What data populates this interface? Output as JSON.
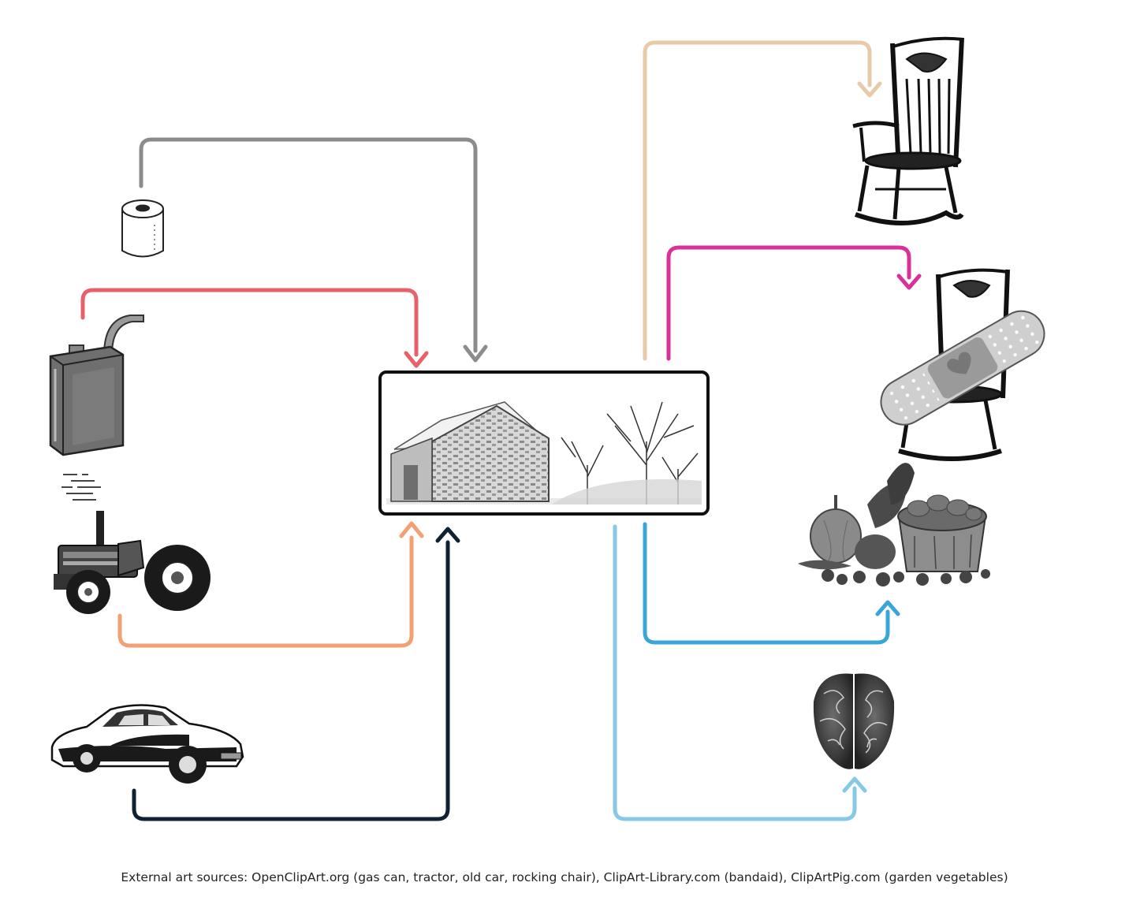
{
  "caption": "External art sources: OpenClipArt.org (gas can, tractor, old car, rocking chair), ClipArt-Library.com (bandaid), ClipArtPig.com (garden vegetables)",
  "nodes": [
    {
      "id": "toilet-paper",
      "icon": "toilet-paper-roll-icon"
    },
    {
      "id": "gas-can",
      "icon": "gas-can-icon"
    },
    {
      "id": "tractor",
      "icon": "tractor-icon"
    },
    {
      "id": "old-car",
      "icon": "old-car-icon"
    },
    {
      "id": "barn",
      "icon": "barn-photo-sketch"
    },
    {
      "id": "rocking-chair",
      "icon": "rocking-chair-icon"
    },
    {
      "id": "repaired-chair",
      "icon": "rocking-chair-bandaid-icon"
    },
    {
      "id": "vegetables",
      "icon": "garden-vegetables-icon"
    },
    {
      "id": "brain",
      "icon": "brain-icon"
    }
  ],
  "flows": [
    {
      "from": "toilet-paper",
      "to": "barn",
      "color": "#8c8c8c"
    },
    {
      "from": "gas-can",
      "to": "barn",
      "color": "#e8606a"
    },
    {
      "from": "tractor",
      "to": "barn",
      "color": "#f2a074"
    },
    {
      "from": "old-car",
      "to": "barn",
      "color": "#0f2233"
    },
    {
      "from": "barn",
      "to": "rocking-chair",
      "color": "#e8c9a8"
    },
    {
      "from": "barn",
      "to": "repaired-chair",
      "color": "#d9309a"
    },
    {
      "from": "barn",
      "to": "vegetables",
      "color": "#3aa5d8"
    },
    {
      "from": "barn",
      "to": "brain",
      "color": "#86c8e6"
    }
  ]
}
